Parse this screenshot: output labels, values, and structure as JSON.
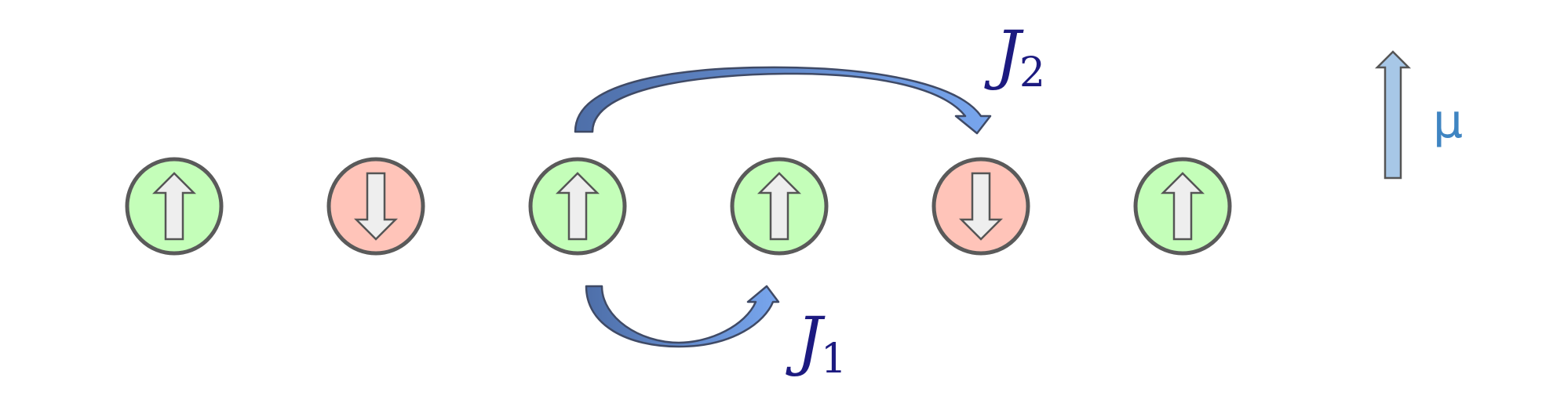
{
  "diagram": {
    "sites": [
      {
        "spin": "up"
      },
      {
        "spin": "down"
      },
      {
        "spin": "up"
      },
      {
        "spin": "up"
      },
      {
        "spin": "down"
      },
      {
        "spin": "up"
      }
    ],
    "couplings": {
      "j1": {
        "symbol": "J",
        "subscript": "1"
      },
      "j2": {
        "symbol": "J",
        "subscript": "2"
      }
    },
    "legend": {
      "symbol": "μ"
    }
  },
  "colors": {
    "up_fill": "#c4feb9",
    "down_fill": "#ffc4b9",
    "circle_stroke": "#5a5a5a",
    "spin_arrow_fill": "#eeeeee",
    "spin_arrow_stroke": "#555555",
    "coupling_arrow_light": "#78a6ee",
    "coupling_arrow_dark": "#4e6fa9",
    "coupling_arrow_stroke": "#3f4a66",
    "label_color": "#1c1a80",
    "mu_arrow_fill": "#a7c7e7",
    "mu_arrow_stroke": "#555555",
    "mu_label_color": "#3f85c2"
  }
}
